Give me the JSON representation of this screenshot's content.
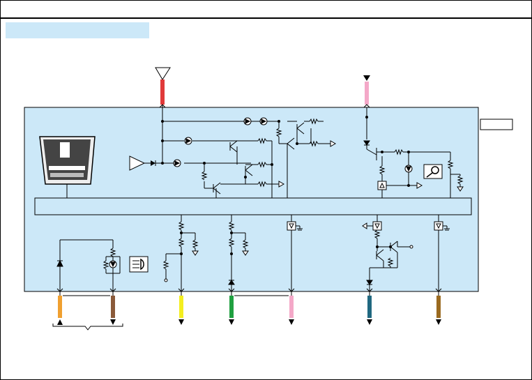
{
  "header": {
    "title": ""
  },
  "section_label": "",
  "module_box": {
    "label": ""
  },
  "colors": {
    "module_fill": "#cce8f8",
    "section_fill": "#cce8f8",
    "line": "#000000",
    "wire_red": "#e03a3a",
    "wire_pink": "#f4a8c8",
    "wire_orange": "#f0a030",
    "wire_brown": "#8a5a3a",
    "wire_yellow": "#f4ee20",
    "wire_green": "#20a040",
    "wire_pink2": "#f4a8c8",
    "wire_teal": "#206880",
    "wire_brown2": "#9a6a20"
  },
  "wires": [
    {
      "id": "top-left-red",
      "color": "wire_red"
    },
    {
      "id": "top-right-pink",
      "color": "wire_pink"
    },
    {
      "id": "bottom-orange",
      "color": "wire_orange"
    },
    {
      "id": "bottom-brown",
      "color": "wire_brown"
    },
    {
      "id": "bottom-yellow",
      "color": "wire_yellow"
    },
    {
      "id": "bottom-green",
      "color": "wire_green"
    },
    {
      "id": "bottom-pink",
      "color": "wire_pink2"
    },
    {
      "id": "bottom-teal",
      "color": "wire_teal"
    },
    {
      "id": "bottom-brown2",
      "color": "wire_brown2"
    }
  ],
  "icons": [
    "remote-key-icon",
    "tailgate-lamp-icon",
    "immobilizer-key-icon",
    "led-icon",
    "transistor-icon",
    "resistor-icon",
    "diode-icon",
    "ground-icon",
    "antenna-icon"
  ]
}
